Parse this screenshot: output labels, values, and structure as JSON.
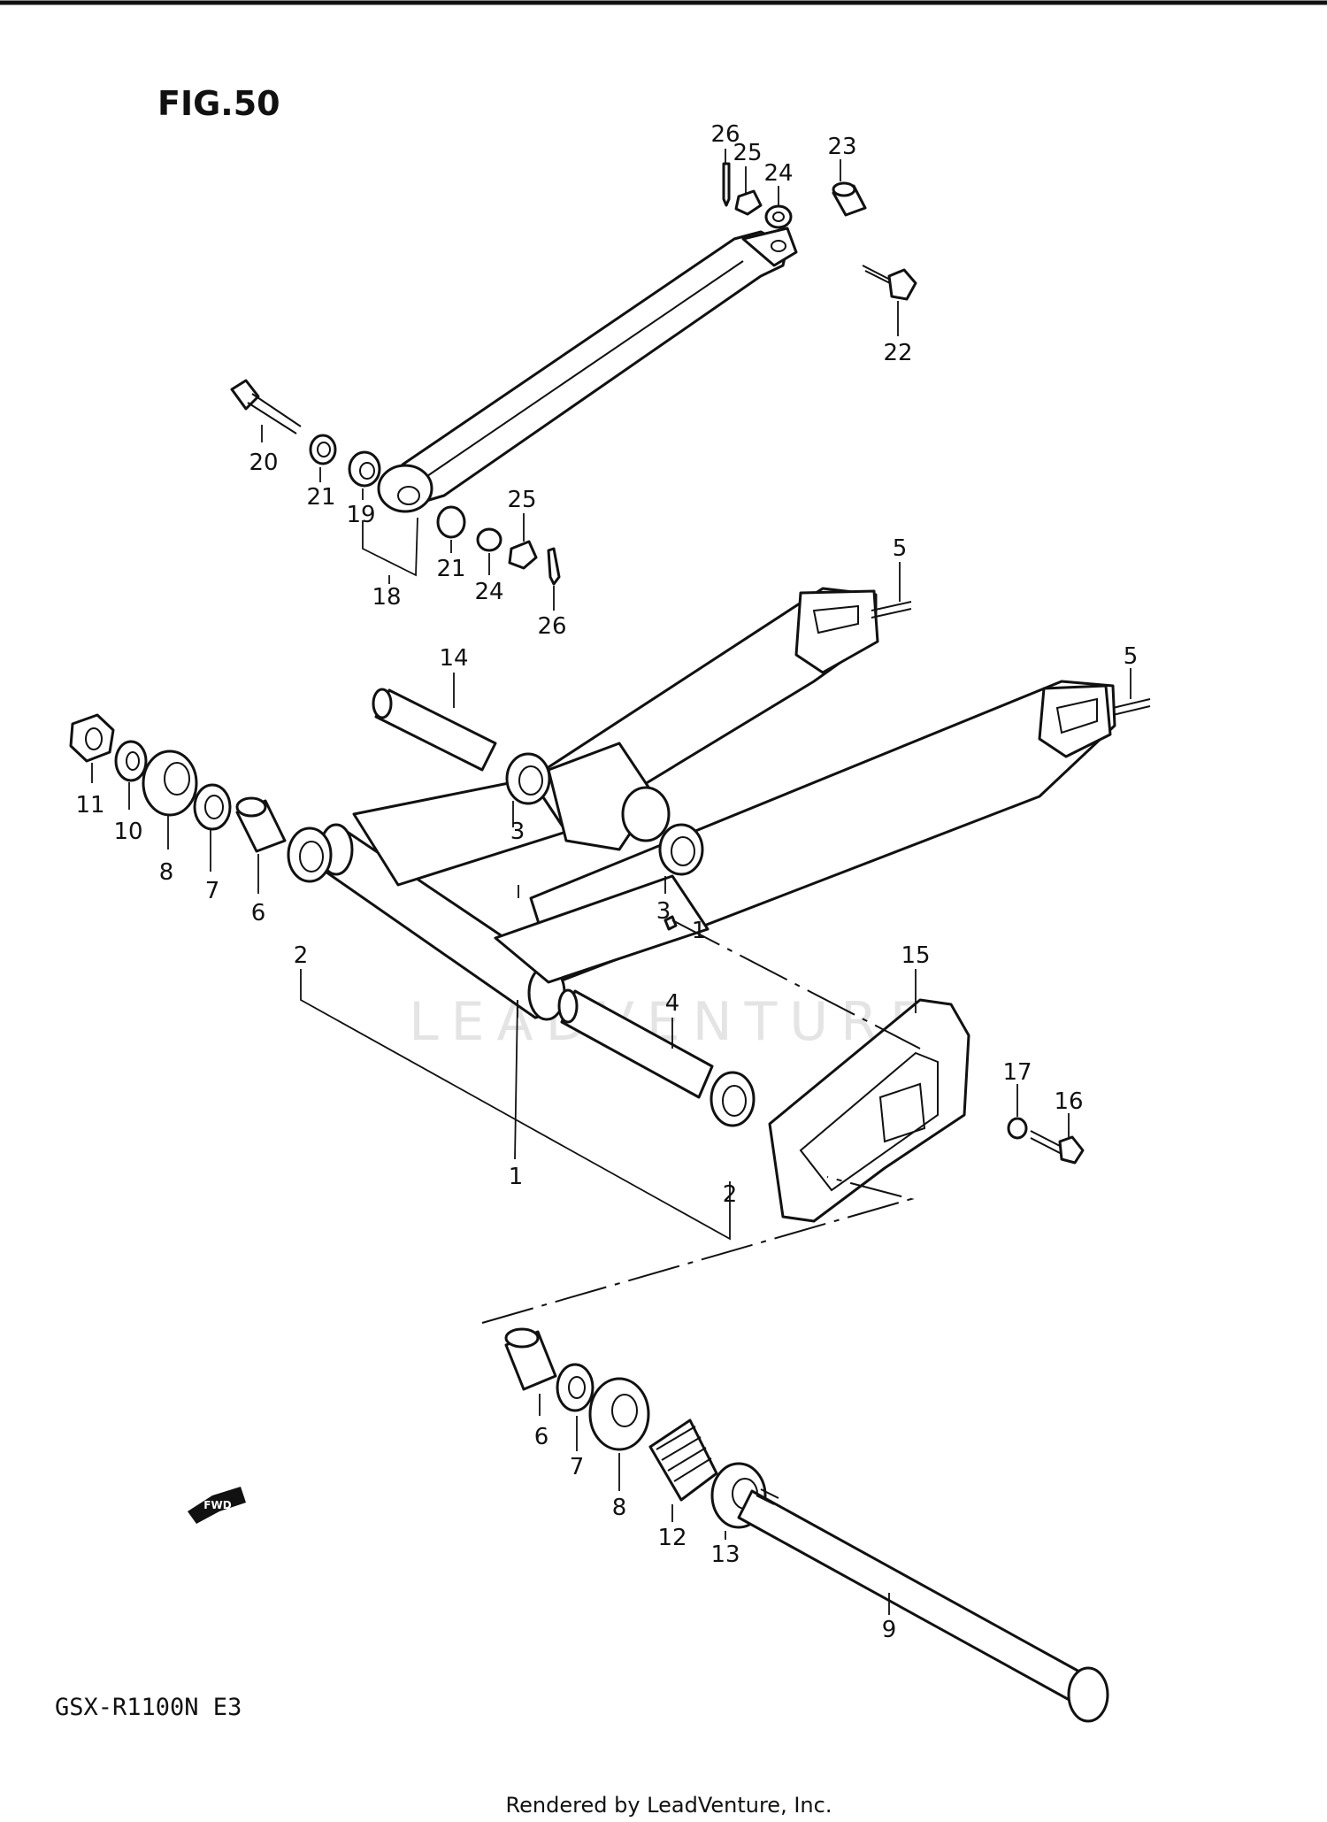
{
  "figure_title": "FIG.50",
  "model_code": "GSX-R1100N E3",
  "watermark": "LEADVENTURE",
  "footer": "Rendered by LeadVenture, Inc.",
  "fwd_label": "FWD",
  "callouts": {
    "c1": "1",
    "c2a": "2",
    "c2b": "2",
    "c3a": "3",
    "c3b": "3",
    "c4": "4",
    "c5a": "5",
    "c5b": "5",
    "c6a": "6",
    "c6b": "6",
    "c7a": "7",
    "c7b": "7",
    "c8a": "8",
    "c8b": "8",
    "c9": "9",
    "c10": "10",
    "c11": "11",
    "c12": "12",
    "c13": "13",
    "c14": "14",
    "c15": "15",
    "c16": "16",
    "c17": "17",
    "c18": "18",
    "c19": "19",
    "c20": "20",
    "c21a": "21",
    "c21b": "21",
    "c22": "22",
    "c23": "23",
    "c24a": "24",
    "c24b": "24",
    "c25a": "25",
    "c25b": "25",
    "c26a": "26",
    "c26b": "26"
  }
}
